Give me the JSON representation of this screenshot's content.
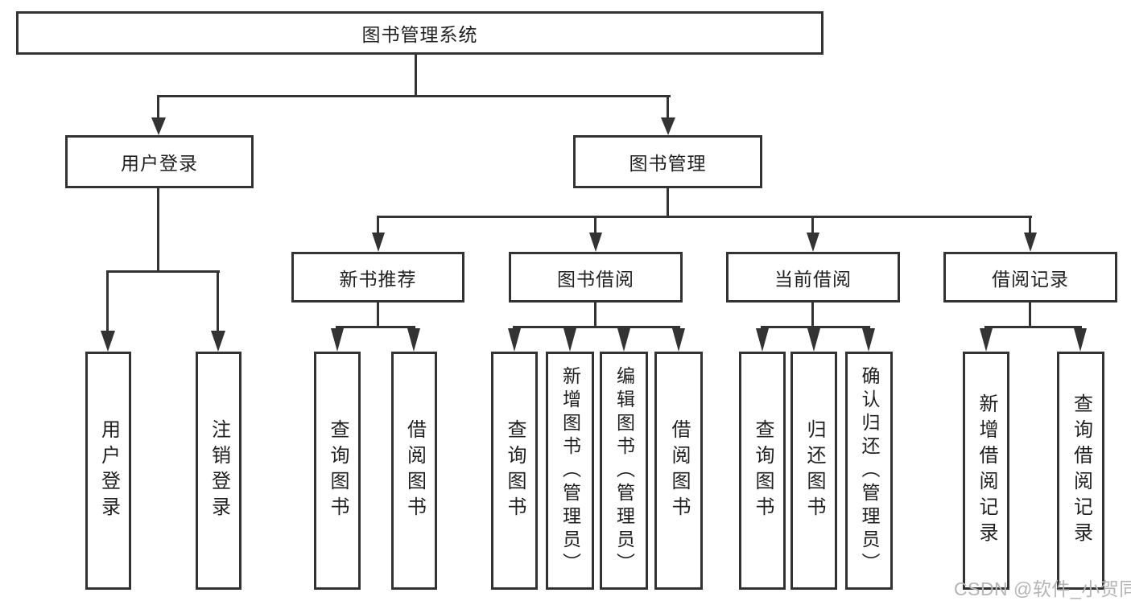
{
  "tree": {
    "root": {
      "label": "图书管理系统"
    },
    "level2": [
      {
        "id": "user-login",
        "label": "用户登录",
        "children": [
          {
            "label": "用户登录"
          },
          {
            "label": "注销登录"
          }
        ]
      },
      {
        "id": "book-management",
        "label": "图书管理",
        "children": [
          {
            "label": "新书推荐",
            "children": [
              {
                "label": "查询图书"
              },
              {
                "label": "借阅图书"
              }
            ]
          },
          {
            "label": "图书借阅",
            "children": [
              {
                "label": "查询图书"
              },
              {
                "label": "新增图书（管理员）"
              },
              {
                "label": "编辑图书（管理员）"
              },
              {
                "label": "借阅图书"
              }
            ]
          },
          {
            "label": "当前借阅",
            "children": [
              {
                "label": "查询图书"
              },
              {
                "label": "归还图书"
              },
              {
                "label": "确认归还（管理员）"
              }
            ]
          },
          {
            "label": "借阅记录",
            "children": [
              {
                "label": "新增借阅记录"
              },
              {
                "label": "查询借阅记录"
              }
            ]
          }
        ]
      }
    ]
  },
  "watermark": {
    "text": "CSDN @软件_小贺同学"
  },
  "colors": {
    "line": "#333333",
    "text": "#1f1f1f",
    "background": "#ffffff",
    "watermark": "#b5b5b5"
  }
}
